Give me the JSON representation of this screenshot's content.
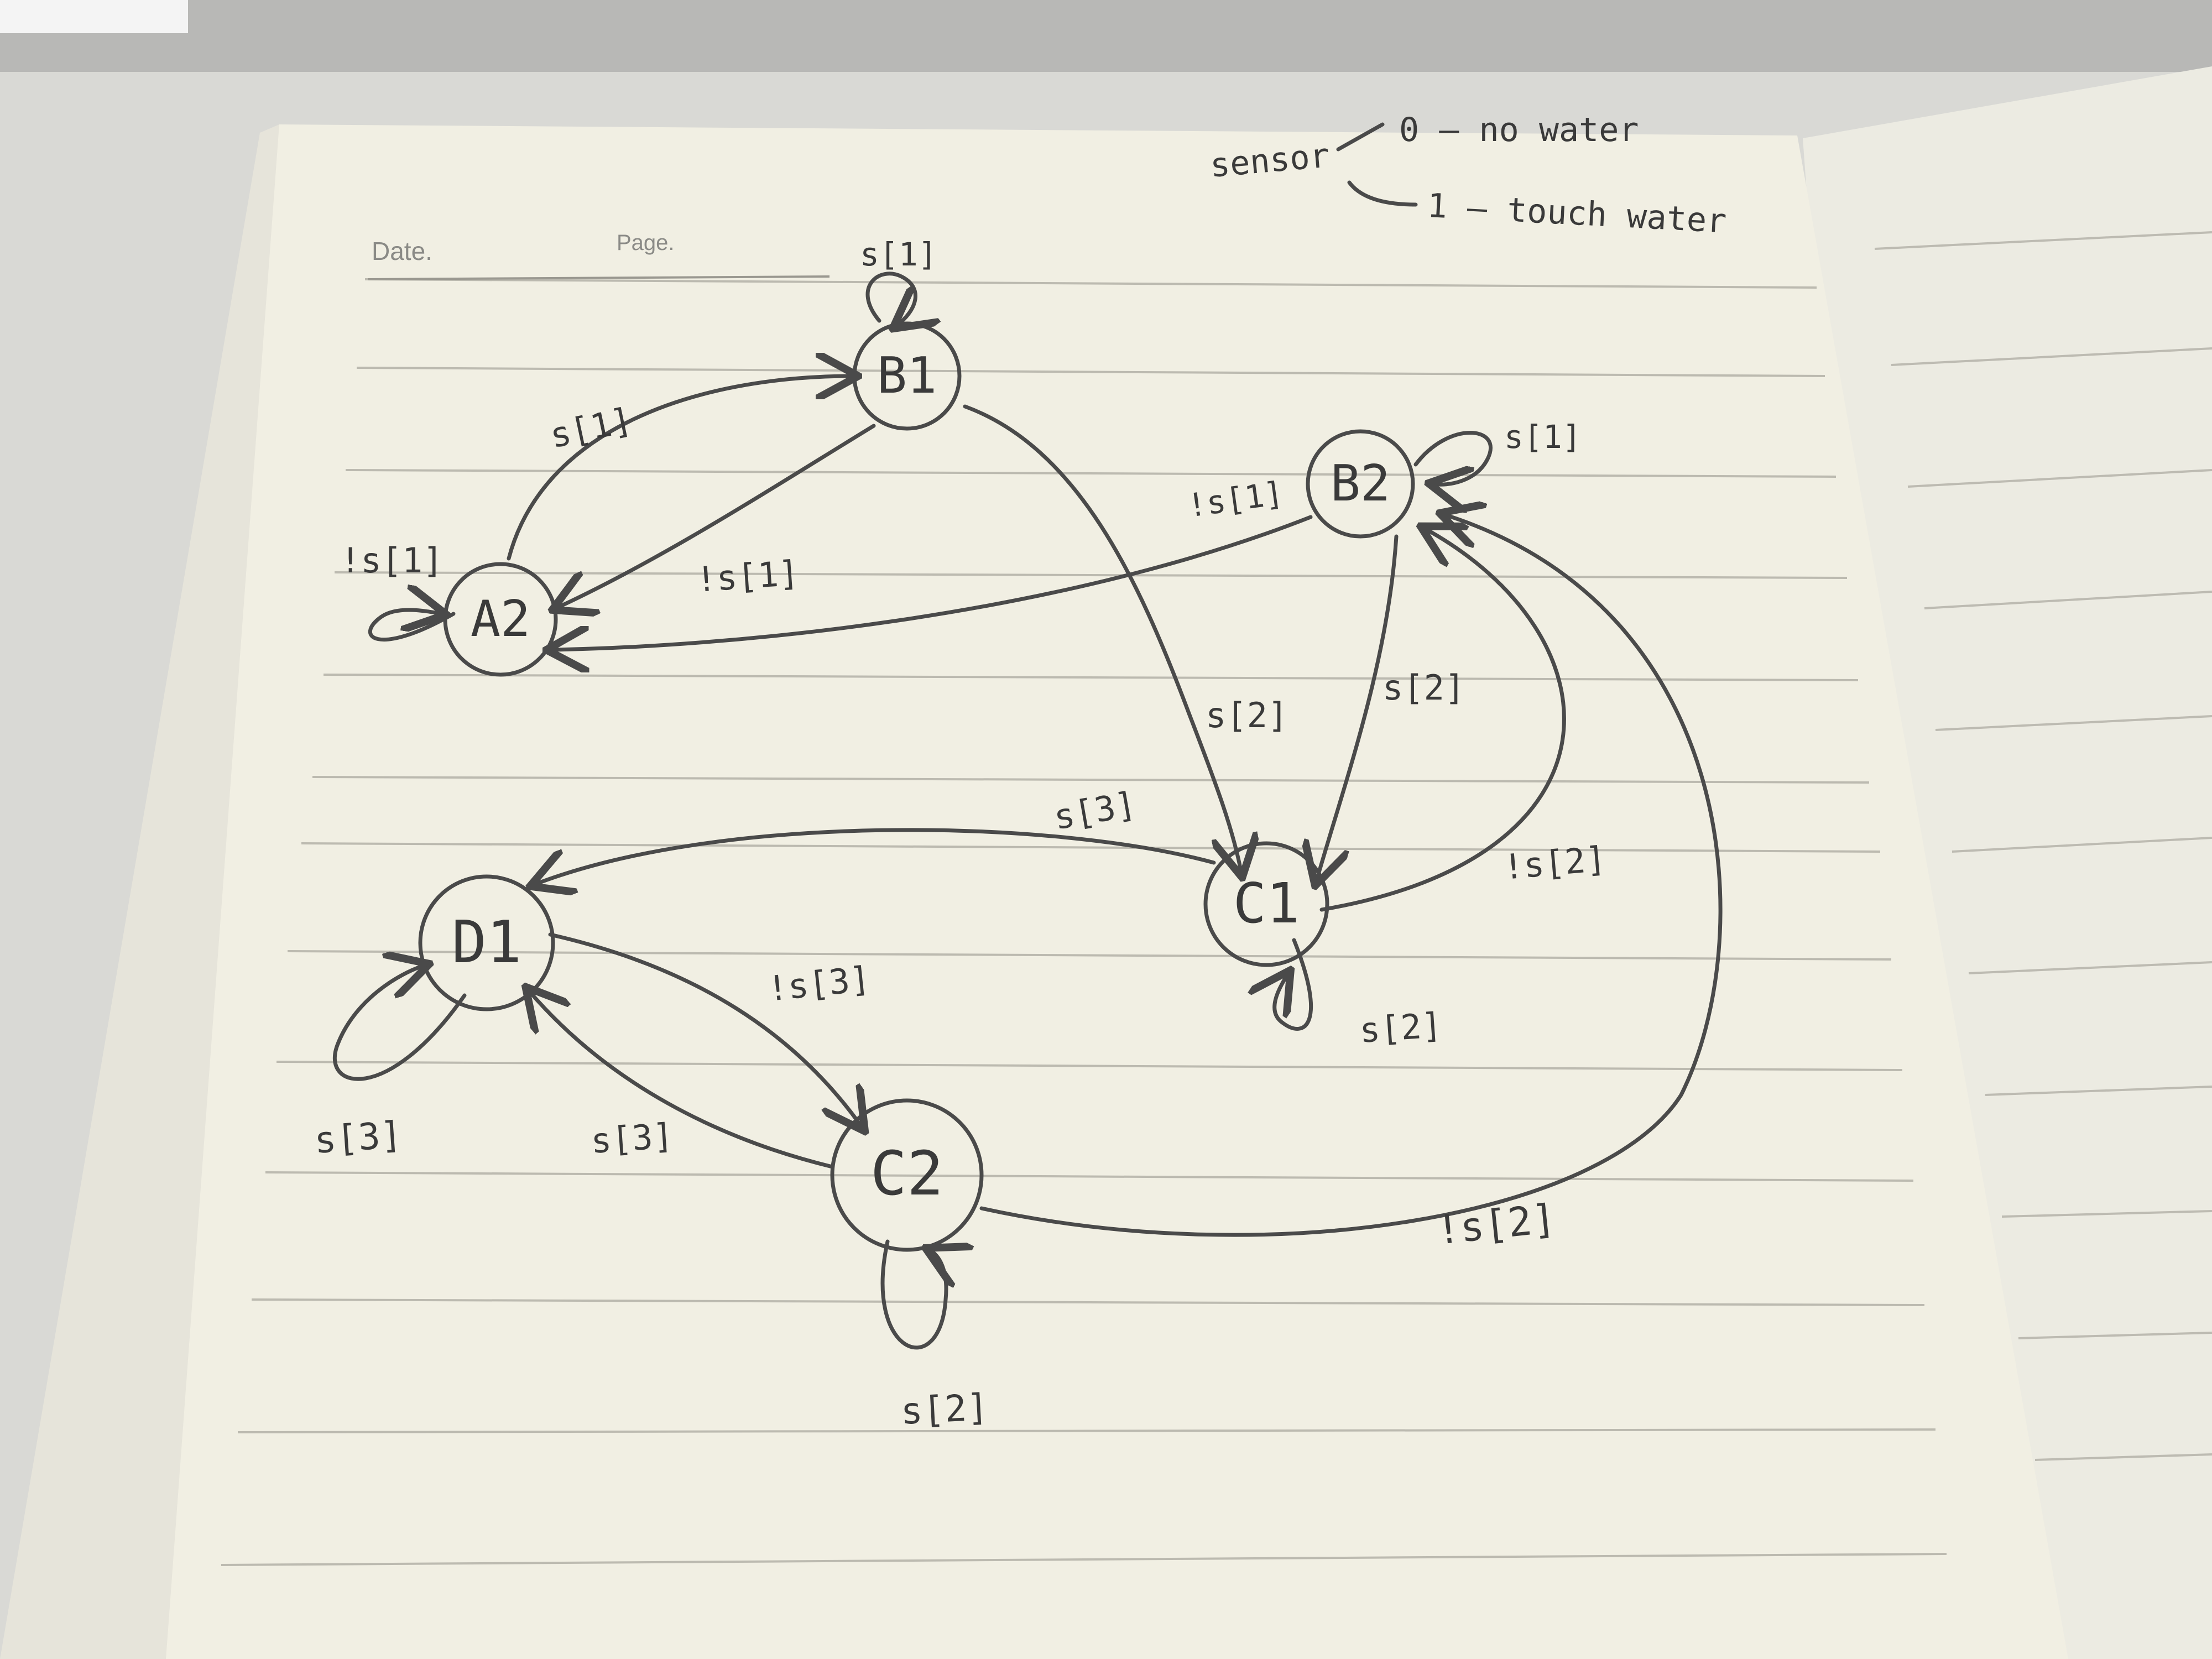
{
  "page": {
    "date_label": "Date.",
    "page_label": "Page."
  },
  "legend": {
    "sensor": "sensor",
    "zero_line": "0 — no water",
    "one_line": "1 — touch water"
  },
  "nodes": {
    "b1": "B1",
    "b2": "B2",
    "a2": "A2",
    "c1": "C1",
    "c2": "C2",
    "d1": "D1"
  },
  "edges": {
    "b1_self": "s[1]",
    "a2_to_b1": "s[1]",
    "b1_to_a2": "!s[1]",
    "a2_self": "!s[1]",
    "b2_to_a2": "!s[1]",
    "b2_self": "s[1]",
    "b1_to_c1": "s[2]",
    "b2_to_c1": "s[2]",
    "c1_to_b2": "!s[2]",
    "c1_self": "s[2]",
    "c1_to_d1": "s[3]",
    "d1_to_c2": "!s[3]",
    "c2_to_d1": "s[3]",
    "d1_self": "s[3]",
    "c2_self": "s[2]",
    "c2_to_b2": "!s[2]"
  },
  "colors": {
    "ink": "#4a4a4a",
    "paper": "#f0eee2",
    "rule": "#b9b7ad"
  }
}
